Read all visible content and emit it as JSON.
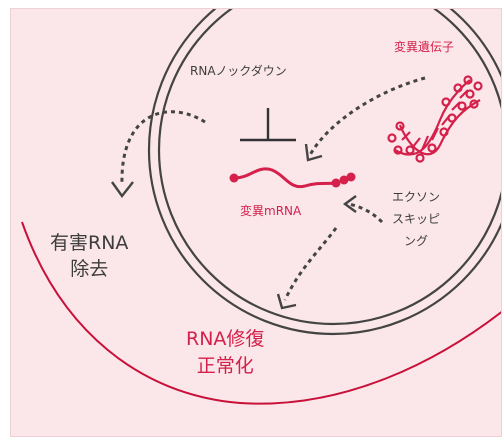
{
  "labels": {
    "knockdown": "RNAノックダウン",
    "mutant_gene": "変異遺伝子",
    "mutant_mrna": "変異mRNA",
    "exon_skipping": [
      "エクソン",
      "スキッピ",
      "ング"
    ],
    "rna_removal": [
      "有害RNA",
      "除去"
    ],
    "rna_repair": [
      "RNA修復",
      "正常化"
    ]
  },
  "colors": {
    "background": "#fbe7ea",
    "accent": "#d4204a",
    "ink": "#3d3d3d"
  },
  "icons": {
    "inhibit": "t-bar-inhibition-icon",
    "mrna": "mrna-strand-icon",
    "dna": "dna-double-helix-icon"
  }
}
